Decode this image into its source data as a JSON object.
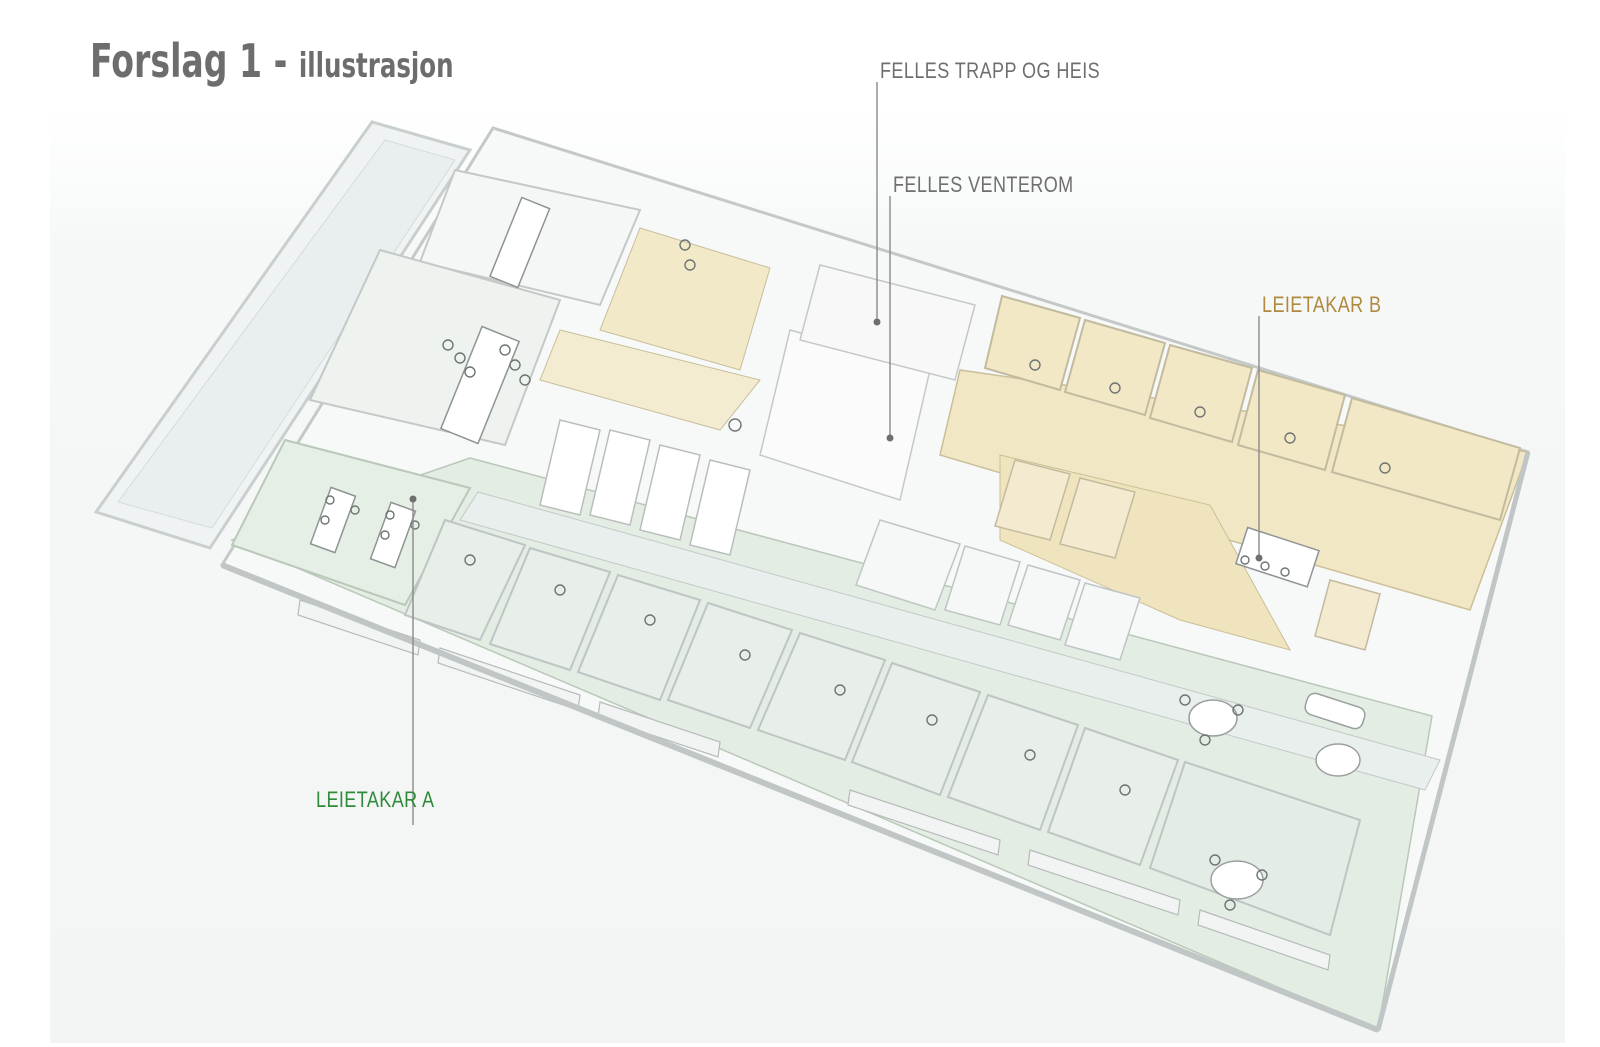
{
  "title": {
    "main": "Forslag 1 - ",
    "sub": "illustrasjon"
  },
  "callouts": {
    "felles_trapp": "FELLES TRAPP OG HEIS",
    "felles_venterom": "FELLES VENTEROM",
    "leietakar_b": "LEIETAKAR B",
    "leietakar_a": "LEIETAKAR A"
  },
  "colors": {
    "title": "#6d6d6d",
    "callout_grey": "#6f6f6f",
    "leietakar_b": "#b08a3e",
    "leietakar_a": "#2f8a3a",
    "floor_tenant_a": "#e6efe6",
    "floor_tenant_b": "#f1e8c8",
    "wall": "#ffffff",
    "glass": "#e4ecea"
  }
}
